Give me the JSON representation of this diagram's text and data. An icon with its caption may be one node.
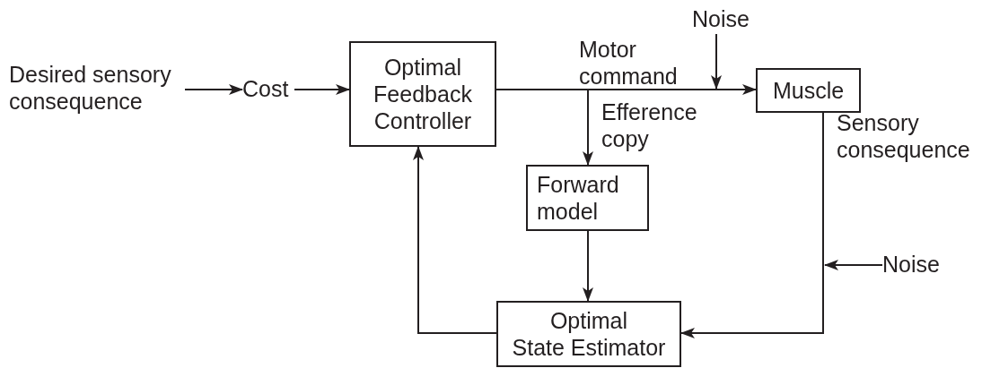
{
  "diagram": {
    "nodes": [
      {
        "text": [
          "Desired sensory consequence"
        ]
      },
      {
        "text": [
          "Cost"
        ]
      },
      {
        "text": [
          "Optimal Feedback Controller"
        ]
      },
      {
        "text": [
          "Noise"
        ]
      },
      {
        "text": [
          "Muscle"
        ]
      },
      {
        "text": [
          "Forward model"
        ]
      },
      {
        "text": [
          "Optimal State Estimator"
        ]
      },
      {
        "text": [
          "Noise"
        ]
      }
    ],
    "edges": [
      {
        "from": 0,
        "to": 1,
        "arrow": "to"
      },
      {
        "from": 1,
        "to": 2,
        "arrow": "to"
      },
      {
        "from": 2,
        "to": 4,
        "arrow": "to",
        "label": "Motor command"
      },
      {
        "from": 3,
        "to": null,
        "arrow": "to"
      },
      {
        "from": 2,
        "to": 5,
        "arrow": "to",
        "label": "Efference copy"
      },
      {
        "from": 5,
        "to": 6,
        "arrow": "to"
      },
      {
        "from": 4,
        "to": 6,
        "arrow": "to",
        "label": "Sensory consequence"
      },
      {
        "from": 7,
        "to": null,
        "arrow": "to"
      },
      {
        "from": 6,
        "to": 2,
        "arrow": "to"
      }
    ]
  }
}
